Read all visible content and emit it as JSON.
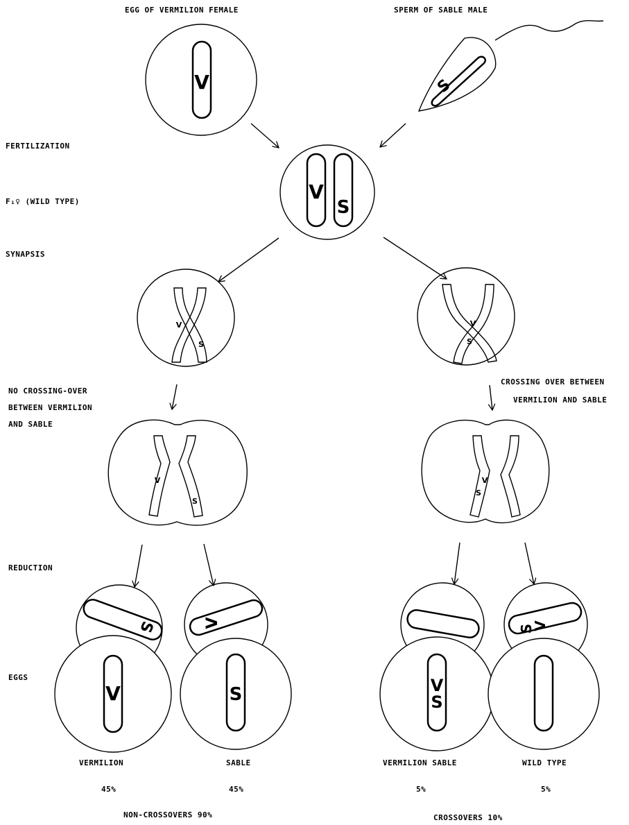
{
  "top": {
    "egg_label": "EGG OF VERMILION FEMALE",
    "sperm_label": "SPERM OF SABLE MALE"
  },
  "stages": {
    "fertilization": "FERTILIZATION",
    "f1_female": "F₁♀ (WILD TYPE)",
    "synapsis": "SYNAPSIS",
    "reduction": "REDUCTION",
    "eggs": "EGGS"
  },
  "branches": {
    "no_crossing_line1": "NO CROSSING-OVER",
    "no_crossing_line2": "BETWEEN VERMILION",
    "no_crossing_line3": "AND SABLE",
    "crossing_line1": "CROSSING OVER BETWEEN",
    "crossing_line2": "VERMILION AND SABLE"
  },
  "genes": {
    "vermilion": "V",
    "sable": "S"
  },
  "results": [
    {
      "name": "VERMILION",
      "percent": "45%"
    },
    {
      "name": "SABLE",
      "percent": "45%"
    },
    {
      "name": "VERMILION SABLE",
      "percent": "5%"
    },
    {
      "name": "WILD TYPE",
      "percent": "5%"
    }
  ],
  "totals": {
    "non_crossovers": "NON-CROSSOVERS 90%",
    "crossovers": "CROSSOVERS 10%"
  }
}
